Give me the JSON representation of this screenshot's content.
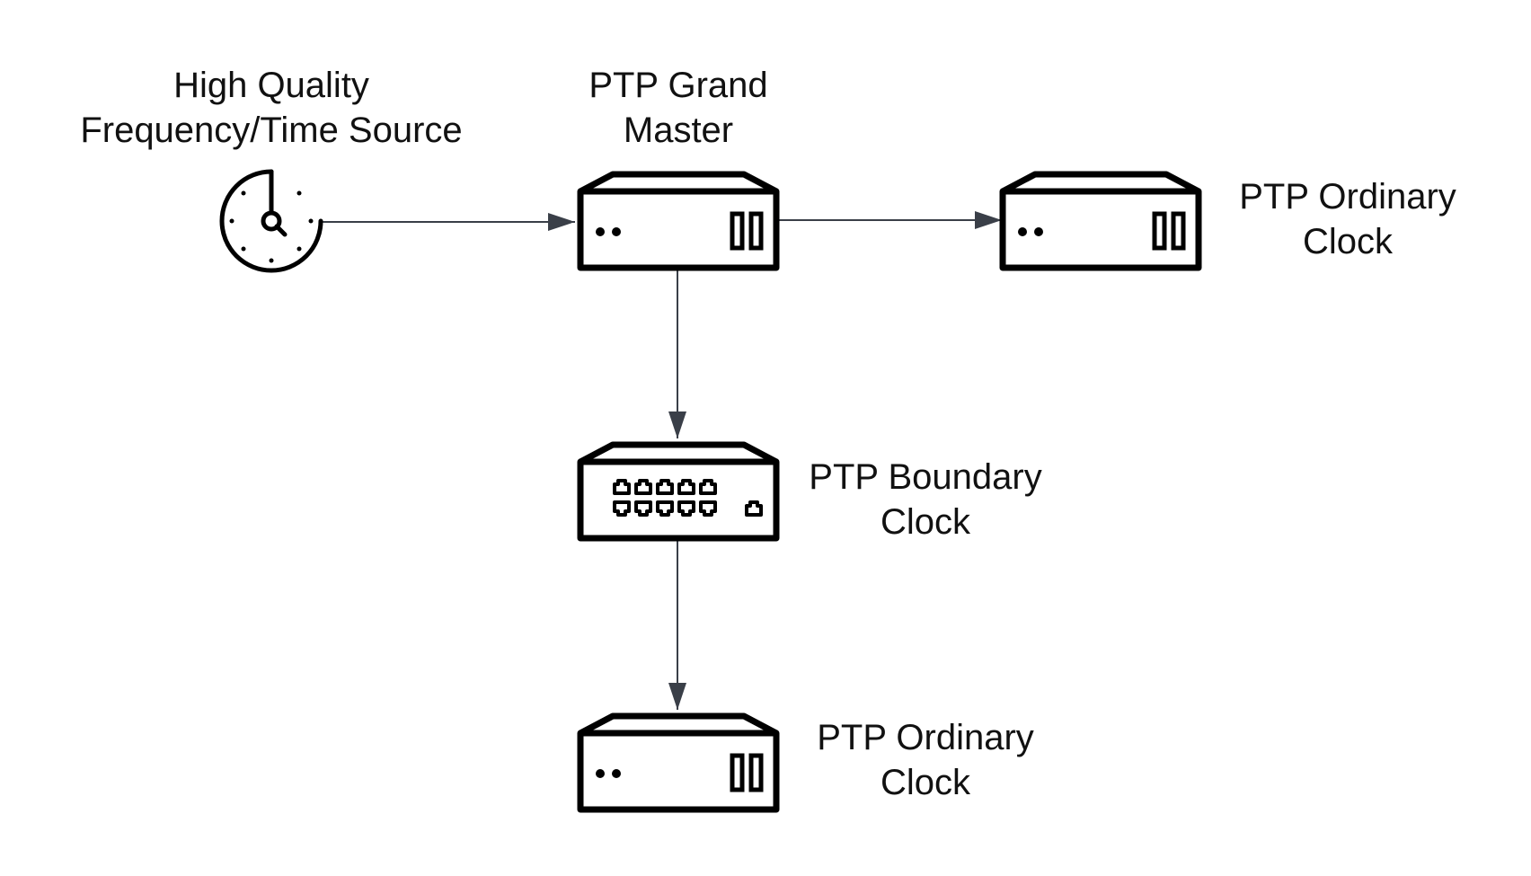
{
  "diagram": {
    "nodes": {
      "source": {
        "label_lines": [
          "High Quality",
          "Frequency/Time Source"
        ],
        "icon": "clock-icon"
      },
      "grandmaster": {
        "label_lines": [
          "PTP Grand",
          "Master"
        ],
        "icon": "server-icon"
      },
      "ordinary_right": {
        "label_lines": [
          "PTP Ordinary",
          "Clock"
        ],
        "icon": "server-icon"
      },
      "boundary": {
        "label_lines": [
          "PTP Boundary",
          "Clock"
        ],
        "icon": "network-switch-icon"
      },
      "ordinary_bottom": {
        "label_lines": [
          "PTP Ordinary",
          "Clock"
        ],
        "icon": "server-icon"
      }
    },
    "edges": [
      {
        "from": "source",
        "to": "grandmaster"
      },
      {
        "from": "grandmaster",
        "to": "ordinary_right"
      },
      {
        "from": "grandmaster",
        "to": "boundary"
      },
      {
        "from": "boundary",
        "to": "ordinary_bottom"
      }
    ],
    "colors": {
      "icon_stroke": "#000000",
      "connector": "#3a3f48",
      "text": "#111111"
    }
  }
}
